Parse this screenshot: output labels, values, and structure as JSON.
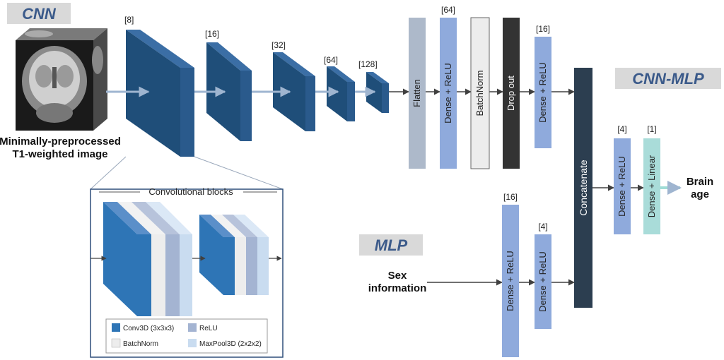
{
  "tags": {
    "cnn": "CNN",
    "cnn_mlp": "CNN-MLP",
    "mlp": "MLP"
  },
  "input_image": {
    "line1": "Minimally-preprocessed",
    "line2": "T1-weighted image"
  },
  "conv_channels": [
    "[8]",
    "[16]",
    "[32]",
    "[64]",
    "[128]"
  ],
  "cnn_layers": [
    {
      "label": "Flatten",
      "top_label": ""
    },
    {
      "label": "Dense + ReLU",
      "top_label": "[64]"
    },
    {
      "label": "BatchNorm",
      "top_label": ""
    },
    {
      "label": "Drop out",
      "top_label": ""
    },
    {
      "label": "Dense + ReLU",
      "top_label": "[16]"
    }
  ],
  "mlp_input": {
    "line1": "Sex",
    "line2": "information"
  },
  "mlp_layers": [
    {
      "label": "Dense + ReLU",
      "top_label": "[16]"
    },
    {
      "label": "Dense + ReLU",
      "top_label": "[4]"
    }
  ],
  "concatenate": "Concatenate",
  "head_layers": [
    {
      "label": "Dense + ReLU",
      "top_label": "[4]"
    },
    {
      "label": "Dense + Linear",
      "top_label": "[1]"
    }
  ],
  "output": {
    "line1": "Brain",
    "line2": "age"
  },
  "conv_blocks": {
    "title": "Convolutional blocks",
    "legend": [
      {
        "label": "Conv3D (3x3x3)",
        "color": "#2e75b6"
      },
      {
        "label": "ReLU",
        "color": "#a4b4d2"
      },
      {
        "label": "BatchNorm",
        "color": "#ededed"
      },
      {
        "label": "MaxPool3D (2x2x2)",
        "color": "#c9dcf0"
      }
    ]
  },
  "colors": {
    "cube_dark": "#1f4e79",
    "flatten": "#adb9ca",
    "dense": "#8faadc",
    "batchnorm": "#ededed",
    "dropout": "#333333",
    "concat": "#2c3e50",
    "linear": "#a9dcd9",
    "tag_bg": "#d9d9d9",
    "tag_text": "#3b5a8a"
  }
}
